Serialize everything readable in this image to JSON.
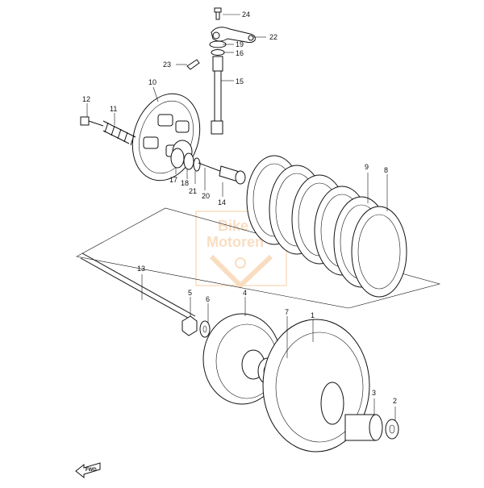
{
  "watermark": {
    "line1": "Bike",
    "line2": "Motoren",
    "color": "#f0a050"
  },
  "fwd_label": "FWD",
  "callouts": [
    "24",
    "22",
    "19",
    "16",
    "23",
    "15",
    "10",
    "12",
    "11",
    "17",
    "18",
    "21",
    "20",
    "14",
    "9",
    "8",
    "13",
    "5",
    "6",
    "4",
    "7",
    "1",
    "3",
    "2"
  ]
}
